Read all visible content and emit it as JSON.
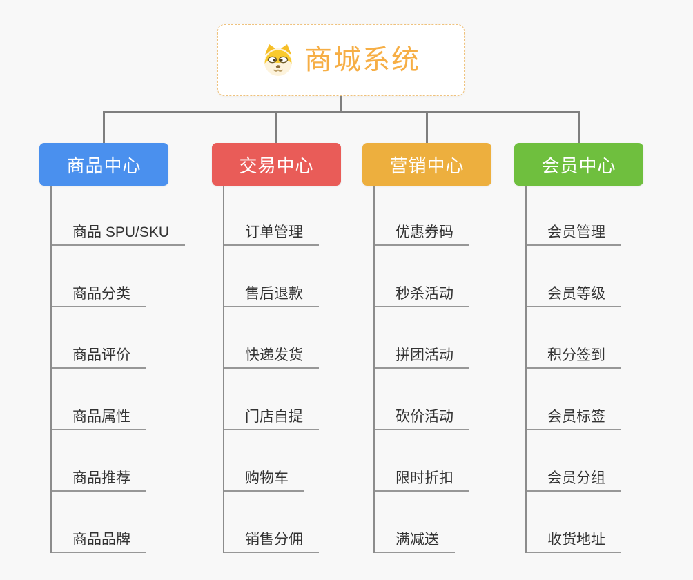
{
  "root": {
    "title": "商城系统",
    "title_color": "#F6AE45",
    "border_color": "#EFC27D",
    "icon": "dog-icon"
  },
  "connector_color": "#7F7F7F",
  "branches": [
    {
      "label": "商品中心",
      "color": "#4A90EE",
      "items": [
        "商品 SPU/SKU",
        "商品分类",
        "商品评价",
        "商品属性",
        "商品推荐",
        "商品品牌"
      ]
    },
    {
      "label": "交易中心",
      "color": "#E95C58",
      "items": [
        "订单管理",
        "售后退款",
        "快递发货",
        "门店自提",
        "购物车",
        "销售分佣"
      ]
    },
    {
      "label": "营销中心",
      "color": "#EDAF3E",
      "items": [
        "优惠券码",
        "秒杀活动",
        "拼团活动",
        "砍价活动",
        "限时折扣",
        "满减送"
      ]
    },
    {
      "label": "会员中心",
      "color": "#6FBF3E",
      "items": [
        "会员管理",
        "会员等级",
        "积分签到",
        "会员标签",
        "会员分组",
        "收货地址"
      ]
    }
  ]
}
